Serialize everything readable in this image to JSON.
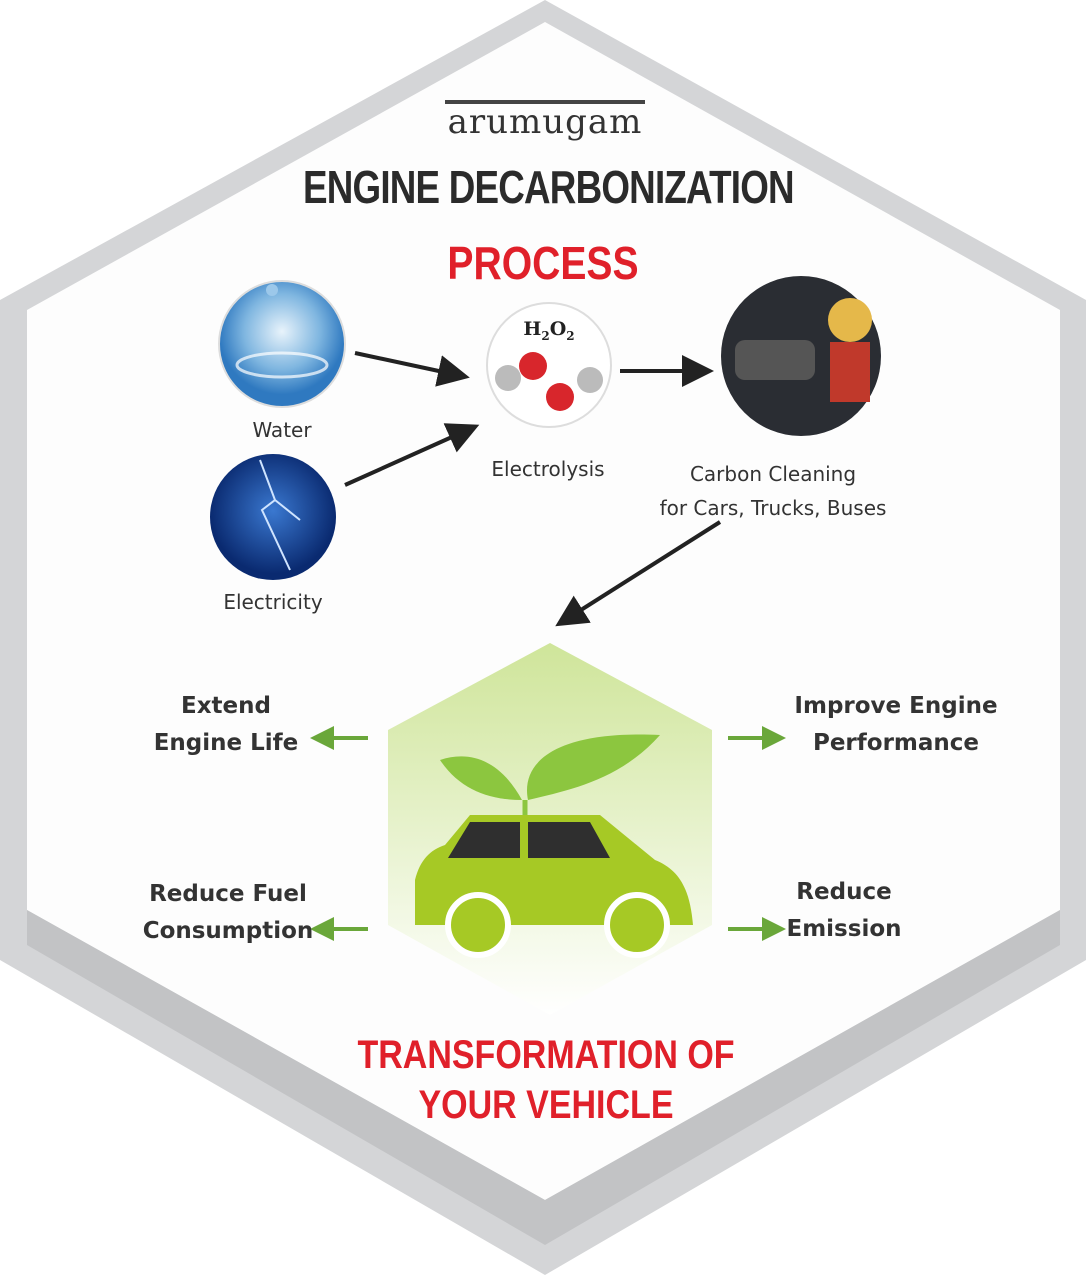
{
  "logo": "arumugam",
  "title": "ENGINE DECARBONIZATION",
  "subtitle": "PROCESS",
  "inputs": [
    {
      "label": "Water",
      "icon": "water-drop-icon"
    },
    {
      "label": "Electricity",
      "icon": "lightning-globe-icon"
    }
  ],
  "electrolysis": {
    "formula": "H2O2",
    "label": "Electrolysis"
  },
  "cleaning": {
    "line1": "Carbon Cleaning",
    "line2": "for Cars, Trucks, Buses"
  },
  "benefits": {
    "extend": {
      "line1": "Extend",
      "line2": "Engine Life"
    },
    "improve": {
      "line1": "Improve Engine",
      "line2": "Performance"
    },
    "fuel": {
      "line1": "Reduce Fuel",
      "line2": "Consumption"
    },
    "emission": {
      "line1": "Reduce",
      "line2": "Emission"
    }
  },
  "footer": {
    "line1": "TRANSFORMATION OF",
    "line2": "YOUR VEHICLE"
  },
  "colors": {
    "accent_red": "#e0202a",
    "green": "#8cc63f",
    "frame_gray": "#d4d5d7"
  }
}
